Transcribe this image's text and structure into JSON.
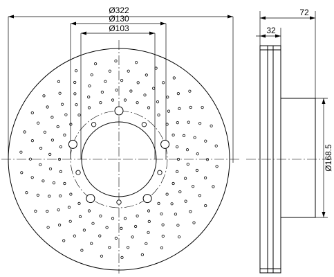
{
  "drawing": {
    "dimensions": {
      "outer_diameter": "Ø322",
      "bolt_circle": "Ø130",
      "center_bore": "Ø103",
      "total_height": "72",
      "disc_thickness": "32",
      "hub_diameter": "Ø168.5"
    },
    "line_color": "#000000",
    "background": "#ffffff"
  }
}
